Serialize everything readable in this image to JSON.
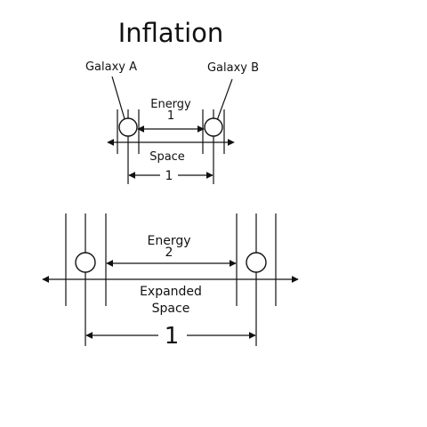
{
  "title": "Inflation",
  "top": {
    "galaxy_a": "Galaxy A",
    "galaxy_b": "Galaxy B",
    "energy_label": "Energy",
    "energy_value": "1",
    "space_label": "Space",
    "space_value": "1"
  },
  "bottom": {
    "energy_label": "Energy",
    "energy_value": "2",
    "space_label_line1": "Expanded",
    "space_label_line2": "Space",
    "space_value": "1"
  }
}
